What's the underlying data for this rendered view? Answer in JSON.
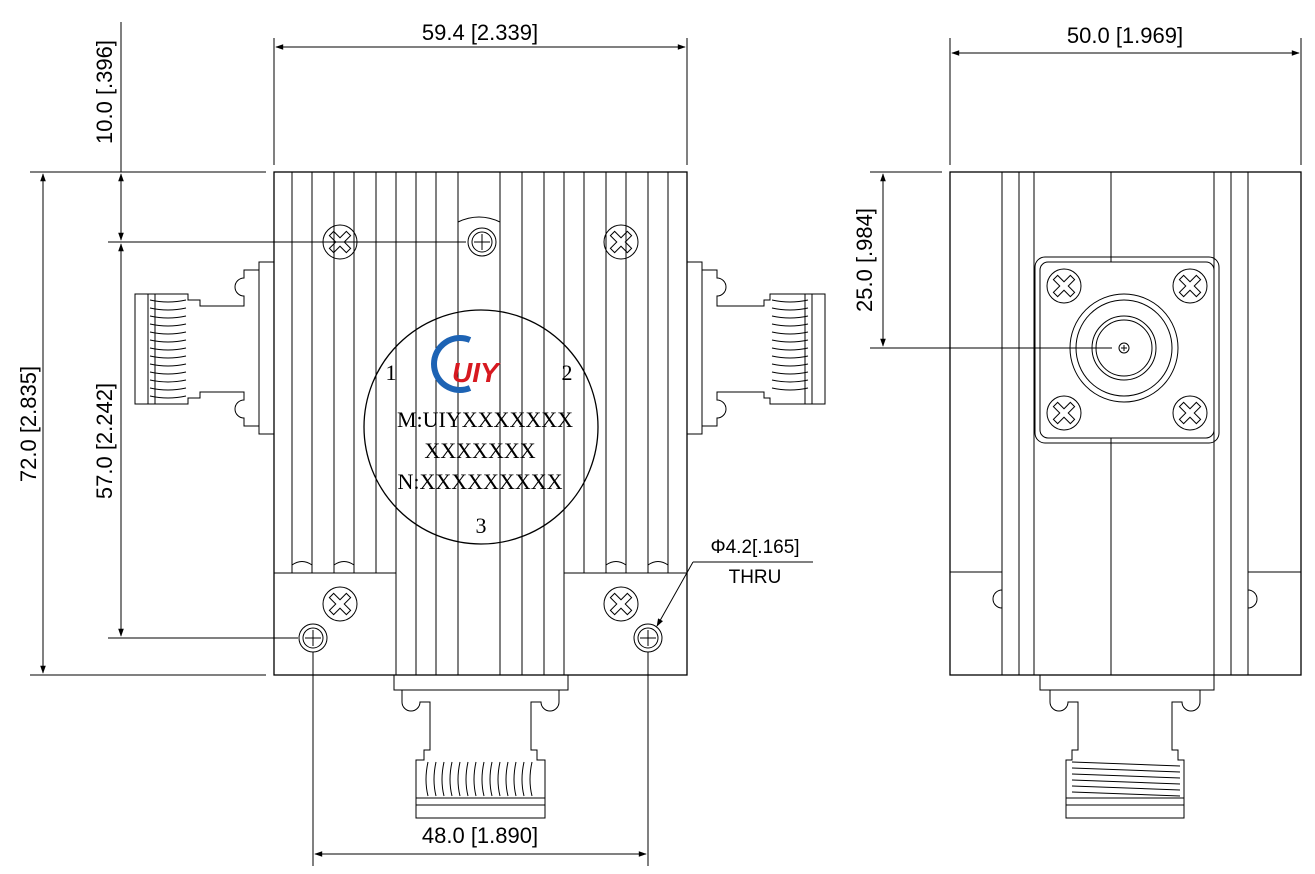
{
  "dimensions": {
    "top_width": "59.4 [2.339]",
    "top_offset": "10.0 [.396]",
    "total_height": "72.0 [2.835]",
    "hole_spacing_vertical": "57.0 [2.242]",
    "hole_spacing_horizontal": "48.0 [1.890]",
    "side_width": "50.0 [1.969]",
    "connector_height": "25.0 [.984]"
  },
  "hole_note": {
    "diameter": "Φ4.2[.165]",
    "type": "THRU"
  },
  "label": {
    "model": "M:UIYXXXXXXX",
    "model_cont": "XXXXXXX",
    "serial": "N:XXXXXXXXX",
    "port1": "1",
    "port2": "2",
    "port3": "3"
  },
  "colors": {
    "logo_red": "#d71920",
    "logo_blue": "#1d63b4"
  },
  "logo": "UIY-logo"
}
